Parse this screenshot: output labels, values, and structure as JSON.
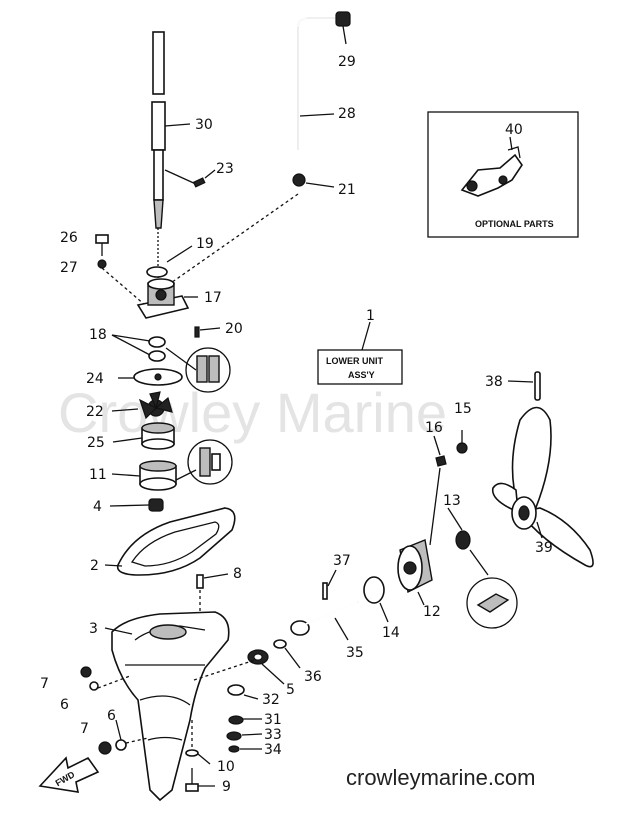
{
  "watermark": "Crowley Marine",
  "footer_url": "crowleymarine.com",
  "boxes": {
    "lower_unit_line1": "LOWER UNIT",
    "lower_unit_line2": "ASS'Y",
    "optional_parts": "OPTIONAL PARTS",
    "fwd": "FWD"
  },
  "callouts": [
    "1",
    "2",
    "3",
    "4",
    "5",
    "6",
    "6",
    "7",
    "7",
    "8",
    "9",
    "10",
    "11",
    "12",
    "13",
    "14",
    "15",
    "16",
    "17",
    "18",
    "19",
    "20",
    "21",
    "22",
    "23",
    "24",
    "25",
    "26",
    "27",
    "28",
    "29",
    "30",
    "31",
    "32",
    "33",
    "34",
    "35",
    "36",
    "37",
    "38",
    "39",
    "40"
  ],
  "colors": {
    "ink": "#111111",
    "watermark": "#e4e4e4",
    "background": "#ffffff"
  }
}
